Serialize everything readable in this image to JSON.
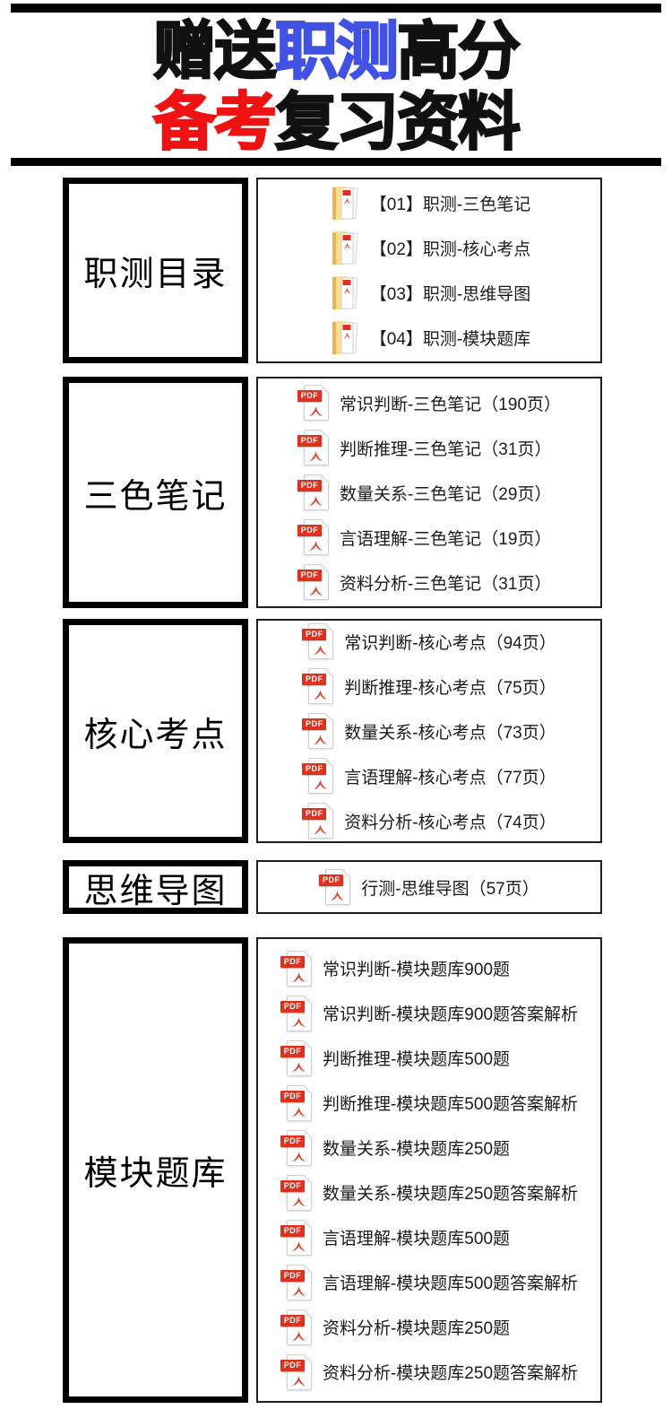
{
  "title": {
    "line1": [
      {
        "text": "赠送",
        "color": "#111111"
      },
      {
        "text": "职测",
        "color": "#4152e3"
      },
      {
        "text": "高分",
        "color": "#111111"
      }
    ],
    "line2": [
      {
        "text": "备考",
        "color": "#ee1212"
      },
      {
        "text": "复习资料",
        "color": "#111111"
      }
    ]
  },
  "icons": {
    "pdf_badge_label": "PDF",
    "pdf_file_icon": "pdf-file-icon",
    "pdf_folder_icon": "pdf-folder-icon"
  },
  "colors": {
    "title_blue": "#4152e3",
    "title_red": "#ee1212",
    "pdf_badge_red": "#e0301e",
    "adobe_glyph_red": "#d6442e",
    "folder_yellow": "#fcdf96",
    "border_black": "#000000"
  },
  "sections": [
    {
      "label": "职测目录",
      "icon": "folder",
      "items": [
        "【01】职测-三色笔记",
        "【02】职测-核心考点",
        "【03】职测-思维导图",
        "【04】职测-模块题库"
      ]
    },
    {
      "label": "三色笔记",
      "icon": "pdf",
      "items": [
        "常识判断-三色笔记（190页）",
        "判断推理-三色笔记（31页）",
        "数量关系-三色笔记（29页）",
        "言语理解-三色笔记（19页）",
        "资料分析-三色笔记（31页）"
      ]
    },
    {
      "label": "核心考点",
      "icon": "pdf",
      "items": [
        "常识判断-核心考点（94页）",
        "判断推理-核心考点（75页）",
        "数量关系-核心考点（73页）",
        "言语理解-核心考点（77页）",
        "资料分析-核心考点（74页）"
      ]
    },
    {
      "label": "思维导图",
      "icon": "pdf",
      "items": [
        "行测-思维导图（57页）"
      ]
    },
    {
      "label": "模块题库",
      "icon": "pdf",
      "items": [
        "常识判断-模块题库900题",
        "常识判断-模块题库900题答案解析",
        "判断推理-模块题库500题",
        "判断推理-模块题库500题答案解析",
        "数量关系-模块题库250题",
        "数量关系-模块题库250题答案解析",
        "言语理解-模块题库500题",
        "言语理解-模块题库500题答案解析",
        "资料分析-模块题库250题",
        "资料分析-模块题库250题答案解析"
      ]
    }
  ]
}
